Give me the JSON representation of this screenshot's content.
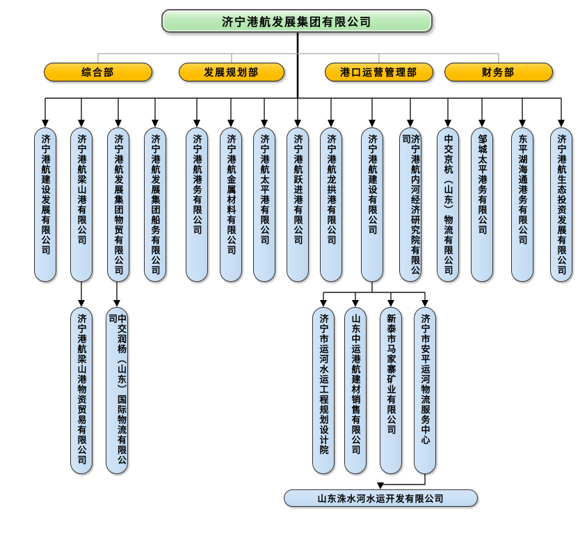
{
  "root": {
    "label": "济宁港航发展集团有限公司"
  },
  "departments": [
    {
      "label": "综合部"
    },
    {
      "label": "发展规划部"
    },
    {
      "label": "港口运营管理部"
    },
    {
      "label": "财务部"
    }
  ],
  "level3": [
    {
      "label": "济宁港航建设发展有限公司"
    },
    {
      "label": "济宁港航梁山港有限公司"
    },
    {
      "label": "济宁港航发展集团物贸有限公司"
    },
    {
      "label": "济宁港航发展集团船务有限公司"
    },
    {
      "label": "济宁港航港务有限公司"
    },
    {
      "label": "济宁港航金属材料有限公司"
    },
    {
      "label": "济宁港航太平港有限公司"
    },
    {
      "label": "济宁港航跃进港有限公司"
    },
    {
      "label": "济宁港航龙拱港有限公司"
    },
    {
      "label": "济宁港航建设有限公司"
    },
    {
      "label": "济宁港航内河经济研究院有限公司"
    },
    {
      "label": "中交京杭（山东）物流有限公司"
    },
    {
      "label": "邹城太平港务有限公司"
    },
    {
      "label": "东平湖海通港务有限公司"
    },
    {
      "label": "济宁港航生态投资发展有限公司"
    }
  ],
  "level4": [
    {
      "label": "济宁港航梁山港物资贸易有限公司"
    },
    {
      "label": "中交润杨（山东）国际物流有限公司"
    },
    {
      "label": "济宁市运河水运工程规划设计院"
    },
    {
      "label": "山东中运港航建材销售有限公司"
    },
    {
      "label": "新泰市马家寨矿业有限公司"
    },
    {
      "label": "济宁市安平运河物流服务中心"
    }
  ],
  "level5": {
    "label": "山东洙水河水运开发有限公司"
  },
  "colors": {
    "root_fill": "#bfeabc",
    "root_border": "#5a5a5a",
    "dept_fill": "#ffc000",
    "dept_border": "#1a1a1a",
    "node_fill": "#c9dff5",
    "node_border": "#333333",
    "connector": "#141414",
    "dept_rail": "#a6a6a6"
  }
}
